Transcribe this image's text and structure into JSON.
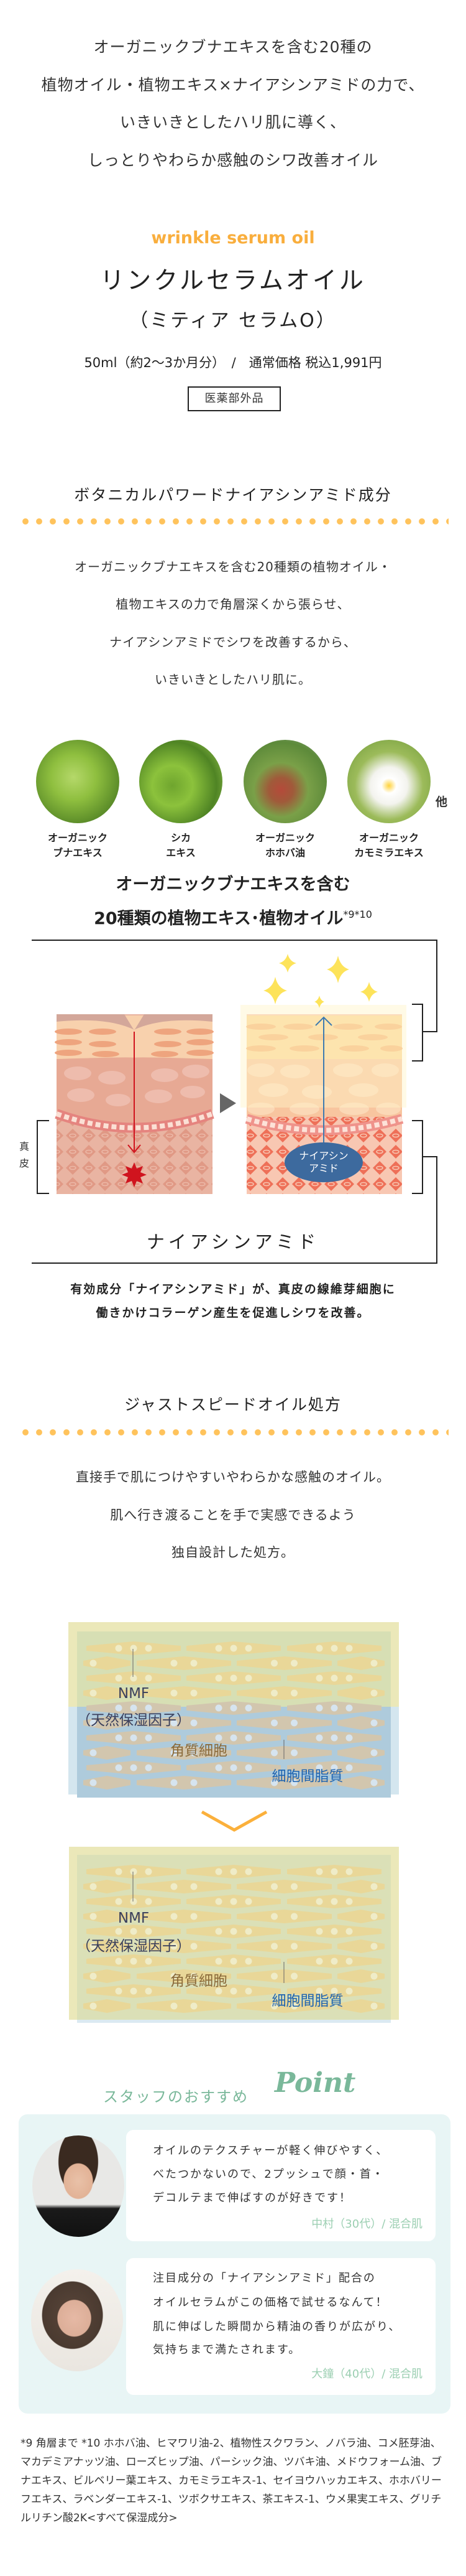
{
  "intro": {
    "lines": [
      "オーガニックブナエキスを含む20種の",
      "植物オイル・植物エキス×ナイアシンアミドの力で、",
      "いきいきとしたハリ肌に導く、",
      "しっとりやわらか感触のシワ改善オイル"
    ]
  },
  "product": {
    "tagline": "wrinkle serum oil",
    "name": "リンクルセラムオイル",
    "subname": "（ミティア セラムO）",
    "volume_price": "50ml（約2～3か月分）　/　通常価格 税込1,991円",
    "badge": "医薬部外品"
  },
  "botanical": {
    "heading": "ボタニカルパワードナイアシンアミド成分",
    "lines": [
      "オーガニックブナエキスを含む20種類の植物オイル・",
      "植物エキスの力で角層深くから張らせ、",
      "ナイアシンアミドでシワを改善するから、",
      "いきいきとしたハリ肌に。"
    ],
    "ingredients": [
      {
        "l1": "オーガニック",
        "l2": "ブナエキス"
      },
      {
        "l1": "シカ",
        "l2": "エキス"
      },
      {
        "l1": "オーガニック",
        "l2": "ホホバ油"
      },
      {
        "l1": "オーガニック",
        "l2": "カモミラエキス"
      }
    ],
    "others": "他"
  },
  "diagram": {
    "title1": "オーガニックブナエキスを含む",
    "title2": "20種類の植物エキス･植物オイル",
    "title_note": "*9*10",
    "dermis": [
      "真",
      "皮"
    ],
    "badge": [
      "ナイアシン",
      "アミド"
    ],
    "niacinamide": "ナイアシンアミド",
    "caption": [
      "有効成分「ナイアシンアミド」が、真皮の線維芽細胞に",
      "働きかけコラーゲン産生を促進しシワを改善。"
    ]
  },
  "oil": {
    "heading": "ジャストスピードオイル処方",
    "lines": [
      "直接手で肌につけやすいやわらかな感触のオイル。",
      "肌へ行き渡ることを手で実感できるよう",
      "独自設計した処方。"
    ],
    "labels": {
      "nmf": "NMF",
      "nmf_sub": "（天然保湿因子）",
      "corneocyte": "角質細胞",
      "lipid": "細胞間脂質"
    }
  },
  "staff": {
    "heading": "スタッフのおすすめ",
    "point": "Point",
    "comments": [
      {
        "lines": [
          "オイルのテクスチャーが軽く伸びやすく、",
          "べたつかないので、2プッシュで顔・首・",
          "デコルテまで伸ばすのが好きです！"
        ],
        "name": "中村（30代）/ 混合肌"
      },
      {
        "lines": [
          "注目成分の「ナイアシンアミド」配合の",
          "オイルセラムがこの価格で試せるなんて！",
          "肌に伸ばした瞬間から精油の香りが広がり、",
          "気持ちまで満たされます。"
        ],
        "name": "大鐘（40代）/ 混合肌"
      }
    ]
  },
  "footnote": "*9 角層まで *10 ホホバ油、ヒマワリ油-2、植物性スクワラン、ノバラ油、コメ胚芽油、マカデミアナッツ油、ローズヒップ油、パーシック油、ツバキ油、メドウフォーム油、ブナエキス、ビルベリー葉エキス、カモミラエキス-1、セイヨウハッカエキス、ホホバリーフエキス、ラベンダーエキス-1、ツボクサエキス、茶エキス-1、ウメ果実エキス、グリチルリチン酸2K<すべて保湿成分>",
  "colors": {
    "accent": "#f9ae3d",
    "dots": "#ffc35c",
    "staff": "#7ab89a",
    "panel": "#e8f5f5"
  }
}
